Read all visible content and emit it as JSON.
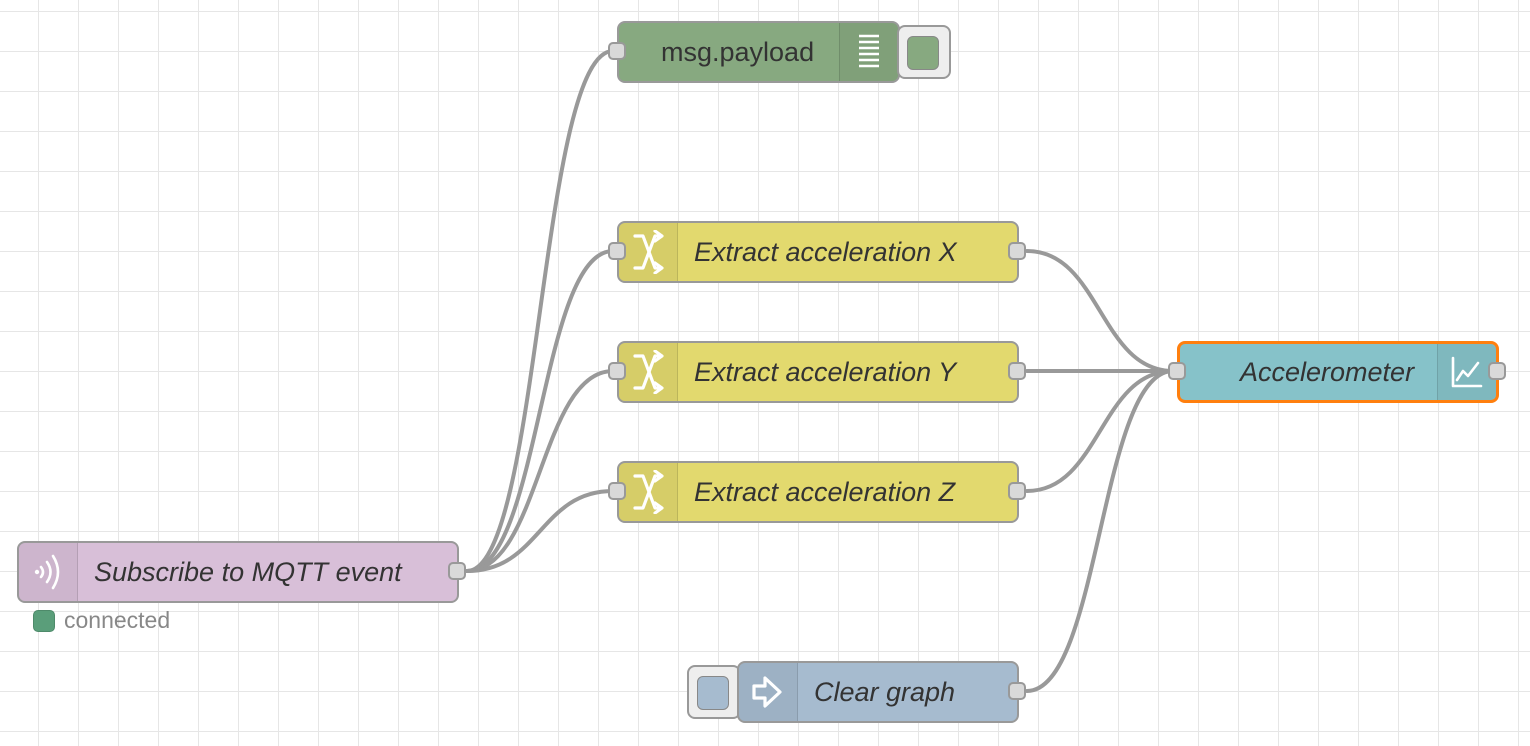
{
  "colors": {
    "debug": "#87a980",
    "change": "#e2d96e",
    "mqtt": "#d8bfd8",
    "chart": "#86c2c9",
    "inject": "#a6bbcf",
    "selected_border": "#ff7f0e",
    "status_connected": "#5a9e7a",
    "wire": "#999999"
  },
  "nodes": {
    "debug": {
      "label": "msg.payload",
      "icon": "list-icon"
    },
    "change_x": {
      "label": "Extract acceleration X",
      "icon": "shuffle-icon"
    },
    "change_y": {
      "label": "Extract acceleration Y",
      "icon": "shuffle-icon"
    },
    "change_z": {
      "label": "Extract acceleration Z",
      "icon": "shuffle-icon"
    },
    "mqtt_in": {
      "label": "Subscribe to MQTT event",
      "icon": "bridge-icon",
      "status": "connected"
    },
    "chart": {
      "label": "Accelerometer",
      "icon": "chart-icon",
      "selected": true
    },
    "inject": {
      "label": "Clear graph",
      "icon": "arrow-right-icon"
    }
  }
}
